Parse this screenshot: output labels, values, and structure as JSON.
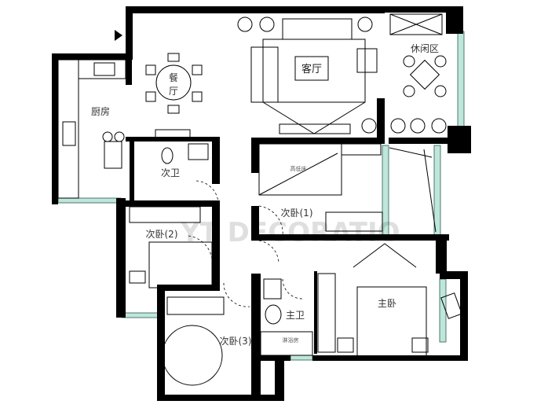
{
  "title": "Apartment floor plan",
  "rooms": {
    "dining": "餐厅",
    "dining_1": "餐",
    "dining_2": "厅",
    "kitchen": "厨房",
    "guest_bath": "次卫",
    "living": "客厅",
    "leisure": "休闲区",
    "bedroom1": "次卧(1)",
    "bedroom2": "次卧(2)",
    "bedroom3": "次卧(3)",
    "master": "主卧",
    "master_bath": "主卫"
  },
  "furniture_labels": {
    "bunk_bed": "高低床",
    "shower": "淋浴房"
  },
  "watermark": "YT DECORATIO",
  "colors": {
    "wall": "#000000",
    "window": "#bfe6da"
  }
}
